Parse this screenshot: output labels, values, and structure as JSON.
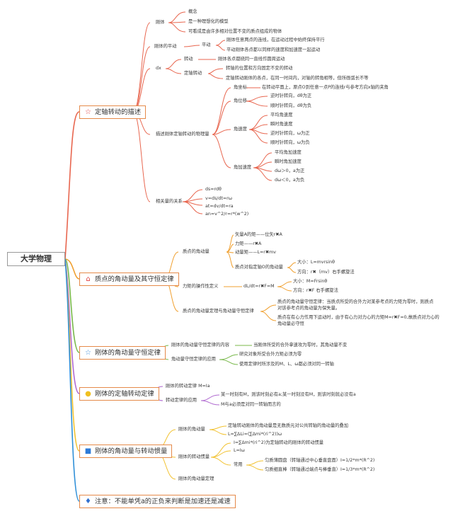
{
  "root": "大学物理",
  "colors": {
    "red": "#e8664f",
    "orange": "#f0a030",
    "green": "#78b84a",
    "purple": "#b06ad0",
    "yellow": "#f2c230",
    "blue": "#3090d8",
    "icon_house": "#e04040",
    "icon_star": "#3c8ad8",
    "icon_bulb": "#f0c020",
    "icon_flag": "#2c7ad8",
    "icon_flame": "#3070d0"
  },
  "sections": {
    "s1": {
      "label": "定轴转动的描述",
      "icon": "star-outline-icon"
    },
    "s2": {
      "label": "质点的角动量及其守恒定律",
      "icon": "house-icon"
    },
    "s3": {
      "label": "刚体的角动量守恒定律",
      "icon": "star-icon"
    },
    "s4": {
      "label": "刚体的定轴转动定律",
      "icon": "lightbulb-icon"
    },
    "s5": {
      "label": "刚体的角动量与转动惯量",
      "icon": "flag-icon"
    },
    "s6": {
      "label": "注意：不能单凭a的正负来判断是加速还是减速",
      "icon": "flame-icon"
    }
  },
  "s1": {
    "rigid": "刚体",
    "rigid_items": [
      "概念",
      "是一种理想化的模型",
      "可看成是由许多相对位置不变的质点组成的物体"
    ],
    "rigid_translation": "刚体的平动",
    "translation": "平动",
    "translation_items": [
      "刚体任意两点的连线，在运动过程中始终保持平行",
      "平动刚体各点都以同样的速度和加速度一起运动"
    ],
    "dx": "dx",
    "rotation": "转动",
    "rotation_item": "刚体各点都绕同一直线作圆周运动",
    "fixed_axis": "定轴转动",
    "fixed_axis_items": [
      "转轴的位置和方向固定不变的转动",
      "定轴转动刚体的各点，在同一时间内，对轴的转角相等，但所画弧长不等"
    ],
    "physics_quantities": "描述刚体定轴转动的物理量",
    "angular_coord": "角坐标",
    "angular_coord_item": "在转动平面上，原点O到任意一点P的连线r与参考方向x轴的夹角",
    "angular_disp": "角位移",
    "angular_disp_items": [
      "逆时针转向，dθ为正",
      "顺时针转向，dθ为负"
    ],
    "angular_vel": "角速度",
    "angular_vel_items": [
      "平均角速度",
      "瞬时角速度",
      "逆时针转向，ω为正",
      "顺时针转向，ω为负"
    ],
    "angular_acc": "角加速度",
    "angular_acc_items": [
      "平均角加速度",
      "瞬时角加速度",
      "dω＞0，a为正",
      "dω＜0，a为负"
    ],
    "relations": "相关量的关系",
    "relations_items": [
      "ds=rdθ",
      "v=ds/dt=rω",
      "at=dv/dt=ra",
      "an=v^2/r=r*(w^2)"
    ]
  },
  "s2": {
    "particle_L": "质点的角动量",
    "particle_L_items": [
      "矢量A的矩——位矢r✖A",
      "力矩——r✖A",
      "动量矩——L=r✖mv"
    ],
    "about_axis": "质点对指定轴O的角动量",
    "about_axis_items": [
      "大小：L=mvrsinθ",
      "方向：r✖（mv）右手螺旋法"
    ],
    "torque": "力矩的操作性定义",
    "torque_formula": "dL/dt=r✖F=M",
    "torque_items": [
      "大小：M=Frsinθ",
      "方向：r✖F 右手螺旋法"
    ],
    "theorem": "质点的角动量定理与角动量守恒定律",
    "theorem_items": [
      "质点的角动量守恒定律：当质点所受的合外力对某参考点的力矩为零时，则质点",
      "对该参考点的角动量为保失量。",
      "质点在有心力作用下运动时，由于有心力对力心的力矩M=r✖F=0,故质点对力心的",
      "角动量必守恒"
    ]
  },
  "s3": {
    "content": "刚体的角动量守恒定律的内容",
    "content_item": "当刚体所受的合外拿速攻为零时，其角动量不变",
    "application": "角动量守恒定律的应用",
    "application_items": [
      "研究对象所受合外力矩必须为零",
      "使用定律时所涉及的M、L、ω都必须对同一转轴"
    ]
  },
  "s4": {
    "law": "刚体的转动定律 M=Ia",
    "application": "转动定律的应用",
    "application_items": [
      "某一时刻有M，则该时刻必有a;某一时刻没有M，则该时刻就必没有a",
      "M与a必须是对同一转轴而言的"
    ]
  },
  "s5": {
    "L": "刚体的角动量",
    "L_items": [
      "定轴转动刚体的角动量是无数质元对公共转轴的角动量的叠加",
      "L=∑ΔLi=(∑Δmi*(ri^2))ω"
    ],
    "inertia": "刚体的转动惯量",
    "inertia_items": [
      "I=∑Δmi*(ri^2)为定轴转动的刚体的转动惯量",
      "L=Iω"
    ],
    "common": "常用",
    "common_items": [
      "匀质薄圆盘（转轴通过中心垂直盘面）I=1/2*m*(R^2)",
      "匀质细直棒（转轴通过端点与棒垂直）I=1/3*m*(R^2)"
    ],
    "theorem": "刚体的角动量定理"
  }
}
